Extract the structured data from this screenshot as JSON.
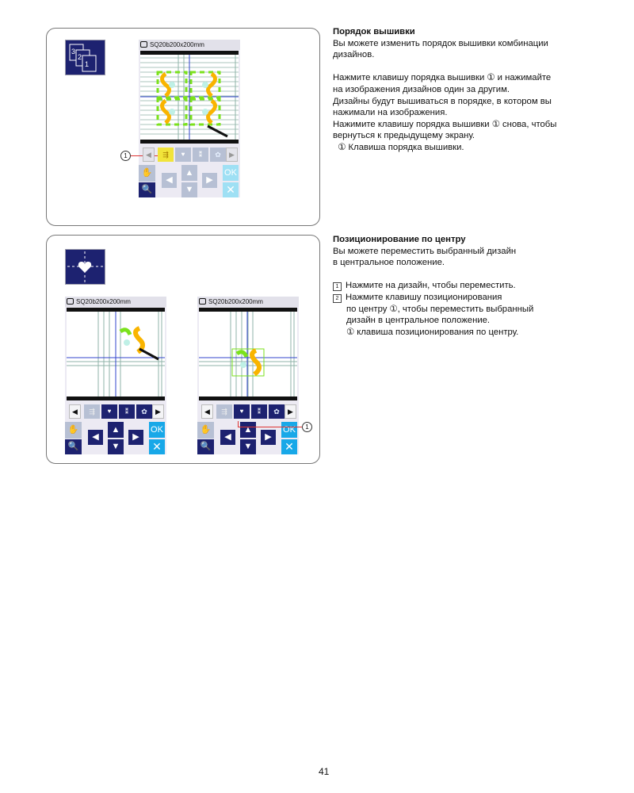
{
  "section1": {
    "heading": "Порядок вышивки",
    "lines": [
      "Вы можете изменить порядок вышивки комбинации",
      "дизайнов.",
      "",
      "Нажмите клавишу порядка вышивки ① и нажимайте",
      "на изображения дизайнов один за другим.",
      "Дизайны будут вышиваться в порядке, в котором вы",
      "нажимали на изображения.",
      "Нажимите клавишу порядка вышивки ① снова, чтобы",
      "вернуться к предыдущему экрану.",
      "  ① Клавиша порядка вышивки."
    ],
    "screen_title": "SQ20b200x200mm",
    "callout": "1",
    "icon_digits": [
      "3",
      "2",
      "1"
    ]
  },
  "section2": {
    "heading": "Позиционирование по центру",
    "lines": [
      "Вы можете переместить выбранный дизайн",
      "в центральное положение."
    ],
    "steps": [
      {
        "num": "1",
        "lines": [
          "Нажмите на дизайн, чтобы переместить."
        ]
      },
      {
        "num": "2",
        "lines": [
          "Нажмите клавишу позиционирования",
          "по центру ①, чтобы переместить выбранный",
          "дизайн в центральное положение.",
          "① клавиша позиционирования по центру."
        ]
      }
    ],
    "screen_title_a": "SQ20b200x200mm",
    "screen_title_b": "SQ20b200x200mm",
    "callout": "1"
  },
  "controls": {
    "ok": "OK",
    "cancel": "✕",
    "up": "▲",
    "down": "▼",
    "left": "◀",
    "right": "▶",
    "prev": "◀",
    "next": "▶"
  },
  "page_number": "41",
  "colors": {
    "navy": "#1d2270",
    "yellow": "#f7d21e",
    "gold": "#f9b400",
    "green": "#7be21c",
    "grid": "#8fb3a8",
    "guide": "#3344cc"
  }
}
